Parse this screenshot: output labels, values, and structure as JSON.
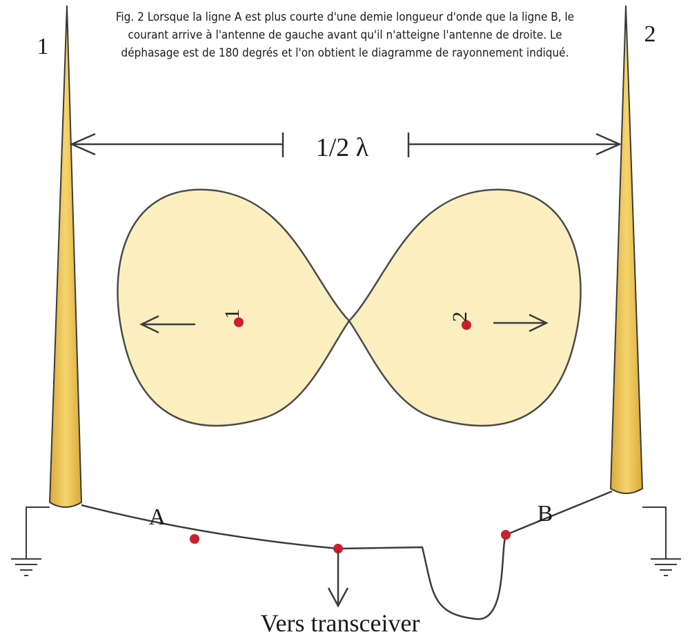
{
  "caption": "Fig. 2 Lorsque la ligne A est plus courte d'une demie longueur d'onde que la ligne B, le courant arrive à l'antenne de gauche avant qu'il n'atteigne l'antenne de droite. Le déphasage est de 180 degrés et l'on obtient le diagramme de rayonnement indiqué.",
  "antennas": {
    "left_label": "1",
    "right_label": "2"
  },
  "spacing_label": "1/2  λ",
  "lobes": {
    "left_label": "1",
    "right_label": "2"
  },
  "lines": {
    "a_label": "A",
    "b_label": "B"
  },
  "output_label": "Vers transceiver",
  "colors": {
    "antenna_fill": "#f1c95b",
    "lobe_fill": "#fbefc0",
    "dot": "#cc1f2d",
    "stroke": "#3a3a3a"
  }
}
